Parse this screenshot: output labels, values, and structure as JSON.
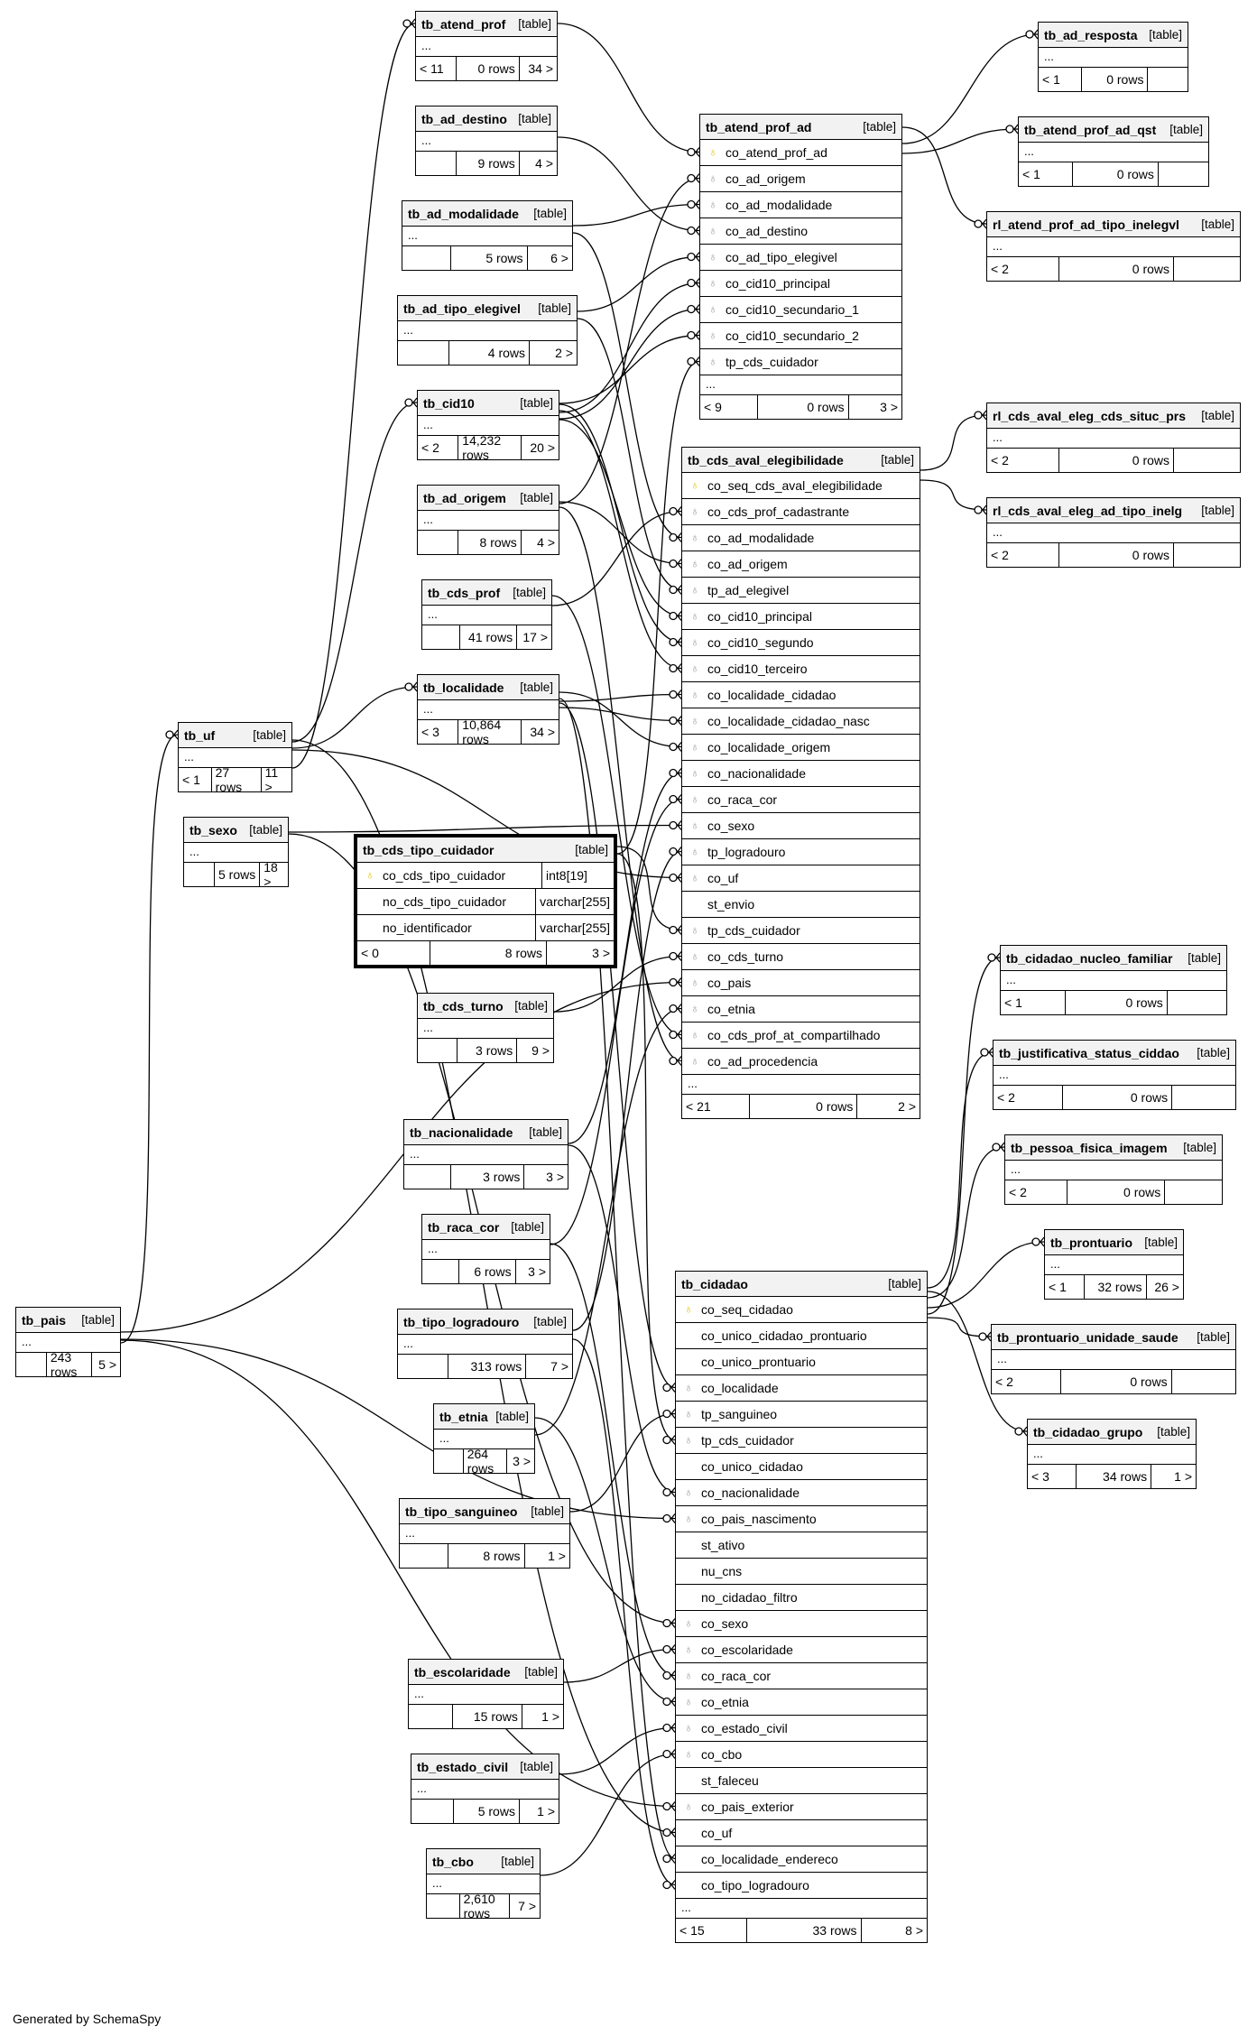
{
  "footer": "Generated by SchemaSpy",
  "tables": [
    {
      "id": "tb_atend_prof",
      "name": "tb_atend_prof",
      "tag": "[table]",
      "footer": [
        "< 11",
        "0 rows",
        "34 >"
      ]
    },
    {
      "id": "tb_ad_destino",
      "name": "tb_ad_destino",
      "tag": "[table]",
      "footer": [
        "",
        "9 rows",
        "4 >"
      ]
    },
    {
      "id": "tb_ad_modalidade",
      "name": "tb_ad_modalidade",
      "tag": "[table]",
      "footer": [
        "",
        "5 rows",
        "6 >"
      ]
    },
    {
      "id": "tb_ad_tipo_elegivel",
      "name": "tb_ad_tipo_elegivel",
      "tag": "[table]",
      "footer": [
        "",
        "4 rows",
        "2 >"
      ]
    },
    {
      "id": "tb_cid10",
      "name": "tb_cid10",
      "tag": "[table]",
      "footer": [
        "< 2",
        "14,232 rows",
        "20 >"
      ]
    },
    {
      "id": "tb_ad_origem",
      "name": "tb_ad_origem",
      "tag": "[table]",
      "footer": [
        "",
        "8 rows",
        "4 >"
      ]
    },
    {
      "id": "tb_cds_prof",
      "name": "tb_cds_prof",
      "tag": "[table]",
      "footer": [
        "",
        "41 rows",
        "17 >"
      ]
    },
    {
      "id": "tb_localidade",
      "name": "tb_localidade",
      "tag": "[table]",
      "footer": [
        "< 3",
        "10,864 rows",
        "34 >"
      ]
    },
    {
      "id": "tb_uf",
      "name": "tb_uf",
      "tag": "[table]",
      "footer": [
        "< 1",
        "27 rows",
        "11 >"
      ]
    },
    {
      "id": "tb_sexo",
      "name": "tb_sexo",
      "tag": "[table]",
      "footer": [
        "",
        "5 rows",
        "18 >"
      ]
    },
    {
      "id": "tb_cds_tipo_cuidador",
      "name": "tb_cds_tipo_cuidador",
      "tag": "[table]",
      "focus": true,
      "columns": [
        {
          "name": "co_cds_tipo_cuidador",
          "type": "int8[19]",
          "key": "pk"
        },
        {
          "name": "no_cds_tipo_cuidador",
          "type": "varchar[255]",
          "key": ""
        },
        {
          "name": "no_identificador",
          "type": "varchar[255]",
          "key": ""
        }
      ],
      "footer": [
        "< 0",
        "8 rows",
        "3 >"
      ]
    },
    {
      "id": "tb_cds_turno",
      "name": "tb_cds_turno",
      "tag": "[table]",
      "footer": [
        "",
        "3 rows",
        "9 >"
      ]
    },
    {
      "id": "tb_nacionalidade",
      "name": "tb_nacionalidade",
      "tag": "[table]",
      "footer": [
        "",
        "3 rows",
        "3 >"
      ]
    },
    {
      "id": "tb_raca_cor",
      "name": "tb_raca_cor",
      "tag": "[table]",
      "footer": [
        "",
        "6 rows",
        "3 >"
      ]
    },
    {
      "id": "tb_tipo_logradouro",
      "name": "tb_tipo_logradouro",
      "tag": "[table]",
      "footer": [
        "",
        "313 rows",
        "7 >"
      ]
    },
    {
      "id": "tb_etnia",
      "name": "tb_etnia",
      "tag": "[table]",
      "footer": [
        "",
        "264 rows",
        "3 >"
      ]
    },
    {
      "id": "tb_tipo_sanguineo",
      "name": "tb_tipo_sanguineo",
      "tag": "[table]",
      "footer": [
        "",
        "8 rows",
        "1 >"
      ]
    },
    {
      "id": "tb_escolaridade",
      "name": "tb_escolaridade",
      "tag": "[table]",
      "footer": [
        "",
        "15 rows",
        "1 >"
      ]
    },
    {
      "id": "tb_estado_civil",
      "name": "tb_estado_civil",
      "tag": "[table]",
      "footer": [
        "",
        "5 rows",
        "1 >"
      ]
    },
    {
      "id": "tb_cbo",
      "name": "tb_cbo",
      "tag": "[table]",
      "footer": [
        "",
        "2,610 rows",
        "7 >"
      ]
    },
    {
      "id": "tb_pais",
      "name": "tb_pais",
      "tag": "[table]",
      "footer": [
        "",
        "243 rows",
        "5 >"
      ]
    },
    {
      "id": "tb_atend_prof_ad",
      "name": "tb_atend_prof_ad",
      "tag": "[table]",
      "columns": [
        {
          "name": "co_atend_prof_ad",
          "key": "pk"
        },
        {
          "name": "co_ad_origem",
          "key": "fk"
        },
        {
          "name": "co_ad_modalidade",
          "key": "fk"
        },
        {
          "name": "co_ad_destino",
          "key": "fk"
        },
        {
          "name": "co_ad_tipo_elegivel",
          "key": "fk"
        },
        {
          "name": "co_cid10_principal",
          "key": "fk"
        },
        {
          "name": "co_cid10_secundario_1",
          "key": "fk"
        },
        {
          "name": "co_cid10_secundario_2",
          "key": "fk"
        },
        {
          "name": "tp_cds_cuidador",
          "key": "fk"
        }
      ],
      "footer": [
        "< 9",
        "0 rows",
        "3 >"
      ]
    },
    {
      "id": "tb_cds_aval_elegibilidade",
      "name": "tb_cds_aval_elegibilidade",
      "tag": "[table]",
      "columns": [
        {
          "name": "co_seq_cds_aval_elegibilidade",
          "key": "pk"
        },
        {
          "name": "co_cds_prof_cadastrante",
          "key": "fk"
        },
        {
          "name": "co_ad_modalidade",
          "key": "fk"
        },
        {
          "name": "co_ad_origem",
          "key": "fk"
        },
        {
          "name": "tp_ad_elegivel",
          "key": "fk"
        },
        {
          "name": "co_cid10_principal",
          "key": "fk"
        },
        {
          "name": "co_cid10_segundo",
          "key": "fk"
        },
        {
          "name": "co_cid10_terceiro",
          "key": "fk"
        },
        {
          "name": "co_localidade_cidadao",
          "key": "fk"
        },
        {
          "name": "co_localidade_cidadao_nasc",
          "key": "fk"
        },
        {
          "name": "co_localidade_origem",
          "key": "fk"
        },
        {
          "name": "co_nacionalidade",
          "key": "fk"
        },
        {
          "name": "co_raca_cor",
          "key": "fk"
        },
        {
          "name": "co_sexo",
          "key": "fk"
        },
        {
          "name": "tp_logradouro",
          "key": "fk"
        },
        {
          "name": "co_uf",
          "key": "fk"
        },
        {
          "name": "st_envio",
          "key": ""
        },
        {
          "name": "tp_cds_cuidador",
          "key": "fk"
        },
        {
          "name": "co_cds_turno",
          "key": "fk"
        },
        {
          "name": "co_pais",
          "key": "fk"
        },
        {
          "name": "co_etnia",
          "key": "fk"
        },
        {
          "name": "co_cds_prof_at_compartilhado",
          "key": "fk"
        },
        {
          "name": "co_ad_procedencia",
          "key": "fk"
        }
      ],
      "footer": [
        "< 21",
        "0 rows",
        "2 >"
      ]
    },
    {
      "id": "tb_cidadao",
      "name": "tb_cidadao",
      "tag": "[table]",
      "columns": [
        {
          "name": "co_seq_cidadao",
          "key": "pk"
        },
        {
          "name": "co_unico_cidadao_prontuario",
          "key": ""
        },
        {
          "name": "co_unico_prontuario",
          "key": ""
        },
        {
          "name": "co_localidade",
          "key": "fk"
        },
        {
          "name": "tp_sanguineo",
          "key": "fk"
        },
        {
          "name": "tp_cds_cuidador",
          "key": "fk"
        },
        {
          "name": "co_unico_cidadao",
          "key": ""
        },
        {
          "name": "co_nacionalidade",
          "key": "fk"
        },
        {
          "name": "co_pais_nascimento",
          "key": "fk"
        },
        {
          "name": "st_ativo",
          "key": ""
        },
        {
          "name": "nu_cns",
          "key": ""
        },
        {
          "name": "no_cidadao_filtro",
          "key": ""
        },
        {
          "name": "co_sexo",
          "key": "fk"
        },
        {
          "name": "co_escolaridade",
          "key": "fk"
        },
        {
          "name": "co_raca_cor",
          "key": "fk"
        },
        {
          "name": "co_etnia",
          "key": "fk"
        },
        {
          "name": "co_estado_civil",
          "key": "fk"
        },
        {
          "name": "co_cbo",
          "key": "fk"
        },
        {
          "name": "st_faleceu",
          "key": ""
        },
        {
          "name": "co_pais_exterior",
          "key": "fk"
        },
        {
          "name": "co_uf",
          "key": ""
        },
        {
          "name": "co_localidade_endereco",
          "key": ""
        },
        {
          "name": "co_tipo_logradouro",
          "key": ""
        }
      ],
      "footer": [
        "< 15",
        "33 rows",
        "8 >"
      ]
    },
    {
      "id": "tb_ad_resposta",
      "name": "tb_ad_resposta",
      "tag": "[table]",
      "footer": [
        "< 1",
        "0 rows",
        ""
      ]
    },
    {
      "id": "tb_atend_prof_ad_qst",
      "name": "tb_atend_prof_ad_qst",
      "tag": "[table]",
      "footer": [
        "< 1",
        "0 rows",
        ""
      ]
    },
    {
      "id": "rl_atend_prof_ad_tipo_inelegvl",
      "name": "rl_atend_prof_ad_tipo_inelegvl",
      "tag": "[table]",
      "footer": [
        "< 2",
        "0 rows",
        ""
      ]
    },
    {
      "id": "rl_cds_aval_eleg_cds_situc_prs",
      "name": "rl_cds_aval_eleg_cds_situc_prs",
      "tag": "[table]",
      "footer": [
        "< 2",
        "0 rows",
        ""
      ]
    },
    {
      "id": "rl_cds_aval_eleg_ad_tipo_inelg",
      "name": "rl_cds_aval_eleg_ad_tipo_inelg",
      "tag": "[table]",
      "footer": [
        "< 2",
        "0 rows",
        ""
      ]
    },
    {
      "id": "tb_cidadao_nucleo_familiar",
      "name": "tb_cidadao_nucleo_familiar",
      "tag": "[table]",
      "footer": [
        "< 1",
        "0 rows",
        ""
      ]
    },
    {
      "id": "tb_justificativa_status_ciddao",
      "name": "tb_justificativa_status_ciddao",
      "tag": "[table]",
      "footer": [
        "< 2",
        "0 rows",
        ""
      ]
    },
    {
      "id": "tb_pessoa_fisica_imagem",
      "name": "tb_pessoa_fisica_imagem",
      "tag": "[table]",
      "footer": [
        "< 2",
        "0 rows",
        ""
      ]
    },
    {
      "id": "tb_prontuario",
      "name": "tb_prontuario",
      "tag": "[table]",
      "footer": [
        "< 1",
        "32 rows",
        "26 >"
      ]
    },
    {
      "id": "tb_prontuario_unidade_saude",
      "name": "tb_prontuario_unidade_saude",
      "tag": "[table]",
      "footer": [
        "< 2",
        "0 rows",
        ""
      ]
    },
    {
      "id": "tb_cidadao_grupo",
      "name": "tb_cidadao_grupo",
      "tag": "[table]",
      "footer": [
        "< 3",
        "34 rows",
        "1 >"
      ]
    }
  ],
  "relations": [
    [
      "tb_atend_prof_ad",
      0,
      "tb_atend_prof"
    ],
    [
      "tb_atend_prof_ad",
      1,
      "tb_ad_origem"
    ],
    [
      "tb_atend_prof_ad",
      2,
      "tb_ad_modalidade"
    ],
    [
      "tb_atend_prof_ad",
      3,
      "tb_ad_destino"
    ],
    [
      "tb_atend_prof_ad",
      4,
      "tb_ad_tipo_elegivel"
    ],
    [
      "tb_atend_prof_ad",
      5,
      "tb_cid10"
    ],
    [
      "tb_atend_prof_ad",
      6,
      "tb_cid10"
    ],
    [
      "tb_atend_prof_ad",
      7,
      "tb_cid10"
    ],
    [
      "tb_atend_prof_ad",
      8,
      "tb_cds_tipo_cuidador"
    ],
    [
      "tb_cds_aval_elegibilidade",
      1,
      "tb_cds_prof"
    ],
    [
      "tb_cds_aval_elegibilidade",
      2,
      "tb_ad_modalidade"
    ],
    [
      "tb_cds_aval_elegibilidade",
      3,
      "tb_ad_origem"
    ],
    [
      "tb_cds_aval_elegibilidade",
      4,
      "tb_ad_tipo_elegivel"
    ],
    [
      "tb_cds_aval_elegibilidade",
      5,
      "tb_cid10"
    ],
    [
      "tb_cds_aval_elegibilidade",
      6,
      "tb_cid10"
    ],
    [
      "tb_cds_aval_elegibilidade",
      7,
      "tb_cid10"
    ],
    [
      "tb_cds_aval_elegibilidade",
      8,
      "tb_localidade"
    ],
    [
      "tb_cds_aval_elegibilidade",
      9,
      "tb_localidade"
    ],
    [
      "tb_cds_aval_elegibilidade",
      10,
      "tb_localidade"
    ],
    [
      "tb_cds_aval_elegibilidade",
      11,
      "tb_nacionalidade"
    ],
    [
      "tb_cds_aval_elegibilidade",
      12,
      "tb_raca_cor"
    ],
    [
      "tb_cds_aval_elegibilidade",
      13,
      "tb_sexo"
    ],
    [
      "tb_cds_aval_elegibilidade",
      14,
      "tb_tipo_logradouro"
    ],
    [
      "tb_cds_aval_elegibilidade",
      15,
      "tb_uf"
    ],
    [
      "tb_cds_aval_elegibilidade",
      17,
      "tb_cds_tipo_cuidador"
    ],
    [
      "tb_cds_aval_elegibilidade",
      18,
      "tb_cds_turno"
    ],
    [
      "tb_cds_aval_elegibilidade",
      19,
      "tb_pais"
    ],
    [
      "tb_cds_aval_elegibilidade",
      20,
      "tb_etnia"
    ],
    [
      "tb_cds_aval_elegibilidade",
      21,
      "tb_cds_prof"
    ],
    [
      "tb_cds_aval_elegibilidade",
      22,
      "tb_ad_origem"
    ],
    [
      "tb_cidadao",
      3,
      "tb_localidade"
    ],
    [
      "tb_cidadao",
      4,
      "tb_tipo_sanguineo"
    ],
    [
      "tb_cidadao",
      5,
      "tb_cds_tipo_cuidador"
    ],
    [
      "tb_cidadao",
      7,
      "tb_nacionalidade"
    ],
    [
      "tb_cidadao",
      8,
      "tb_pais"
    ],
    [
      "tb_cidadao",
      12,
      "tb_sexo"
    ],
    [
      "tb_cidadao",
      13,
      "tb_escolaridade"
    ],
    [
      "tb_cidadao",
      14,
      "tb_raca_cor"
    ],
    [
      "tb_cidadao",
      15,
      "tb_etnia"
    ],
    [
      "tb_cidadao",
      16,
      "tb_estado_civil"
    ],
    [
      "tb_cidadao",
      17,
      "tb_cbo"
    ],
    [
      "tb_cidadao",
      19,
      "tb_pais"
    ],
    [
      "tb_cidadao",
      20,
      "tb_uf"
    ],
    [
      "tb_cidadao",
      21,
      "tb_localidade"
    ],
    [
      "tb_cidadao",
      22,
      "tb_tipo_logradouro"
    ],
    [
      "tb_localidade",
      "-",
      "tb_uf"
    ],
    [
      "tb_uf",
      "-",
      "tb_pais"
    ],
    [
      "tb_atend_prof",
      "-",
      "tb_uf"
    ],
    [
      "tb_cid10",
      "-",
      "tb_uf"
    ],
    [
      "tb_ad_resposta",
      "-",
      "tb_atend_prof_ad"
    ],
    [
      "tb_atend_prof_ad_qst",
      "-",
      "tb_atend_prof_ad"
    ],
    [
      "rl_atend_prof_ad_tipo_inelegvl",
      "-",
      "tb_atend_prof_ad"
    ],
    [
      "rl_cds_aval_eleg_cds_situc_prs",
      "-",
      "tb_cds_aval_elegibilidade"
    ],
    [
      "rl_cds_aval_eleg_ad_tipo_inelg",
      "-",
      "tb_cds_aval_elegibilidade"
    ],
    [
      "tb_cidadao_nucleo_familiar",
      "-",
      "tb_cidadao"
    ],
    [
      "tb_justificativa_status_ciddao",
      "-",
      "tb_cidadao"
    ],
    [
      "tb_pessoa_fisica_imagem",
      "-",
      "tb_cidadao"
    ],
    [
      "tb_prontuario",
      "-",
      "tb_cidadao"
    ],
    [
      "tb_prontuario_unidade_saude",
      "-",
      "tb_cidadao"
    ],
    [
      "tb_cidadao_grupo",
      "-",
      "tb_cidadao"
    ]
  ]
}
